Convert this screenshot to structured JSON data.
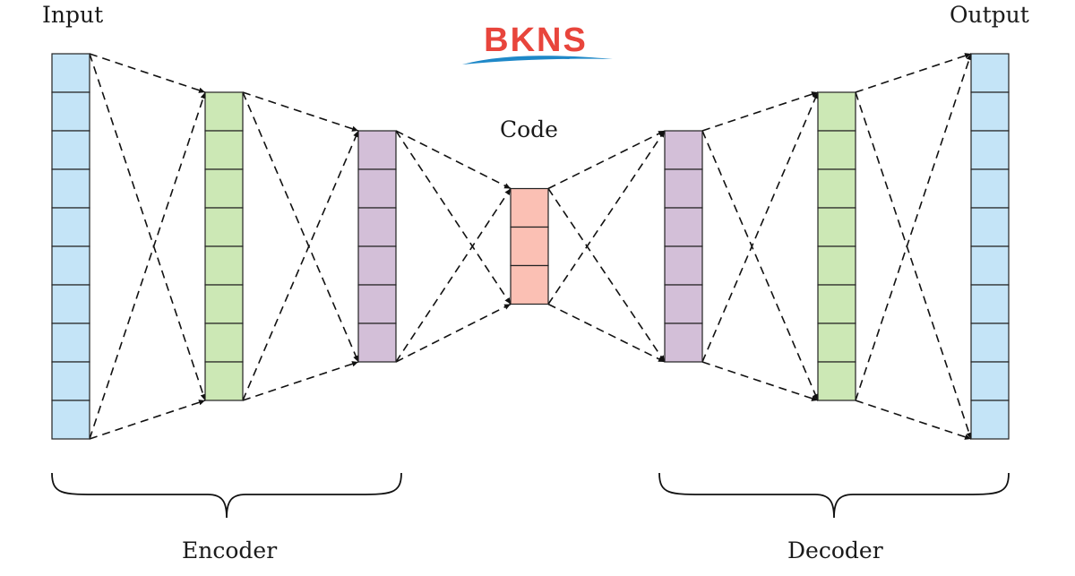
{
  "diagram": {
    "labels": {
      "input": "Input",
      "output": "Output",
      "code": "Code",
      "encoder": "Encoder",
      "decoder": "Decoder"
    },
    "logo": {
      "text": "BKNS",
      "text_color": "#e8453c",
      "swoosh_color": "#1e88c8"
    },
    "layers": [
      {
        "name": "input",
        "units": 10,
        "color": "#c4e4f7"
      },
      {
        "name": "encoder-hidden-1",
        "units": 8,
        "color": "#cce8b5"
      },
      {
        "name": "encoder-hidden-2",
        "units": 6,
        "color": "#d3bfd8"
      },
      {
        "name": "code",
        "units": 3,
        "color": "#fbc0b4"
      },
      {
        "name": "decoder-hidden-1",
        "units": 6,
        "color": "#d3bfd8"
      },
      {
        "name": "decoder-hidden-2",
        "units": 8,
        "color": "#cce8b5"
      },
      {
        "name": "output",
        "units": 10,
        "color": "#c4e4f7"
      }
    ]
  }
}
